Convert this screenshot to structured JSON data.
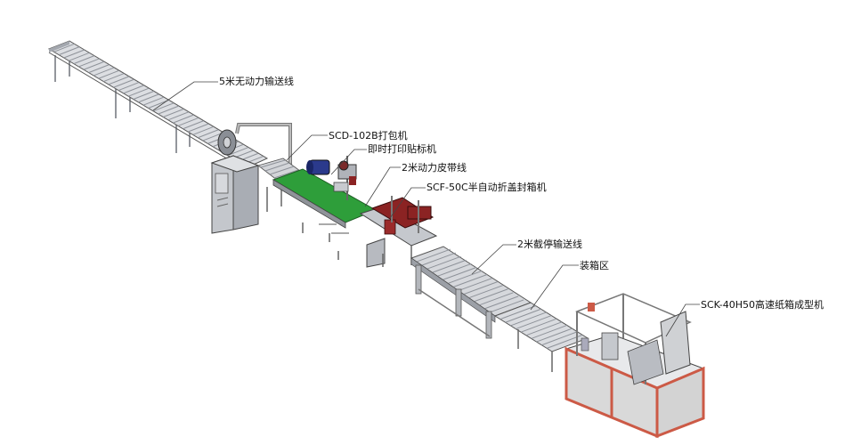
{
  "labels": [
    {
      "id": "roller-line",
      "text": "5米无动力输送线"
    },
    {
      "id": "strapping-machine",
      "text": "SCD-102B打包机"
    },
    {
      "id": "label-printer",
      "text": "即时打印贴标机"
    },
    {
      "id": "belt-line",
      "text": "2米动力皮带线"
    },
    {
      "id": "case-sealer",
      "text": "SCF-50C半自动折盖封箱机"
    },
    {
      "id": "stop-conveyor",
      "text": "2米截停输送线"
    },
    {
      "id": "packing-area",
      "text": "装箱区"
    },
    {
      "id": "case-erector",
      "text": "SCK-40H50高速纸箱成型机"
    }
  ],
  "colors": {
    "belt": "#2e9e3a",
    "frame": "#9a9ea5",
    "roller": "#c9ccd1",
    "panel": "#b9bcc2",
    "sealer": "#8b2323",
    "erector-frame": "#cc5a46",
    "motor": "#2b3a8c",
    "line": "#444444"
  }
}
